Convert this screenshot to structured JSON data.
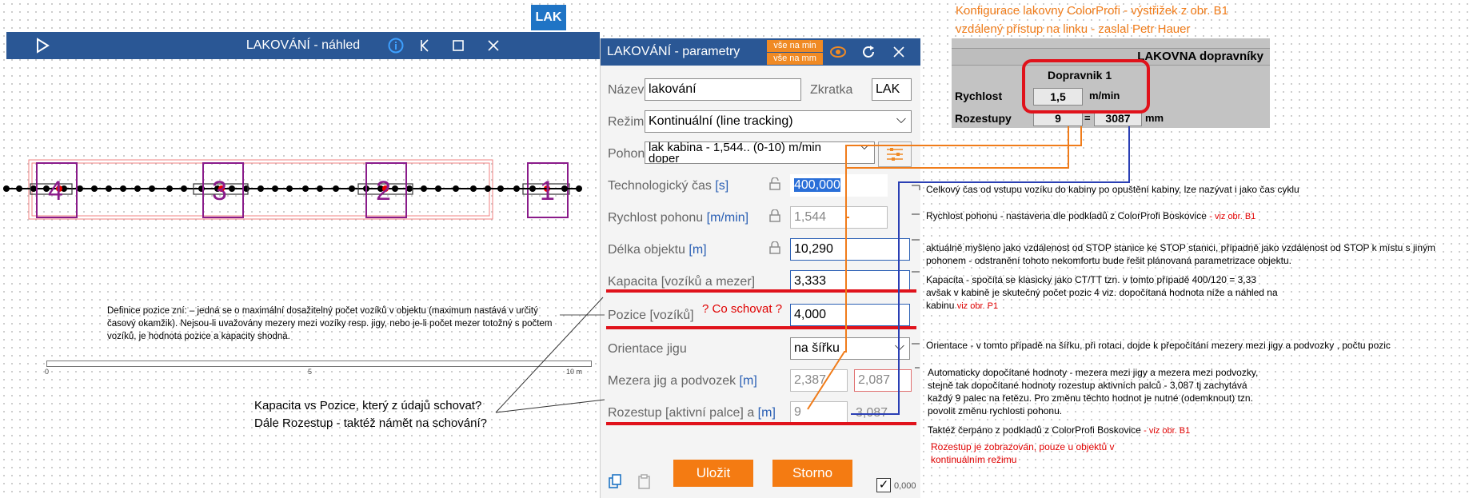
{
  "badge": "LAK",
  "preview": {
    "title": "LAKOVÁNÍ - náhled",
    "play_icon": "play-icon",
    "info_icon": "info-icon",
    "first_icon": "first-icon",
    "maximize_icon": "maximize-icon",
    "close_icon": "close-icon",
    "car_numbers": [
      "4",
      "3",
      "2",
      "1"
    ],
    "scale": {
      "start": "0",
      "mid": "5",
      "end": "10 m"
    }
  },
  "params": {
    "title": "LAKOVÁNÍ - parametry",
    "btn_min": "vše na min",
    "btn_mm": "vše na mm",
    "name_label": "Název",
    "name_value": "lakování",
    "abbr_label": "Zkratka",
    "abbr_value": "LAK",
    "mode_label": "Režim",
    "mode_value": "Kontinuální (line tracking)",
    "drive_label": "Pohon",
    "drive_value": "lak kabina - 1,544.. (0-10) m/min",
    "drive_value2": "doper",
    "tech_time_label": "Technologický čas",
    "tech_time_unit": "[s]",
    "tech_time_value": "400,000",
    "speed_label": "Rychlost pohonu",
    "speed_unit": "[m/min]",
    "speed_value": "1,544",
    "length_label": "Délka objektu",
    "length_unit": "[m]",
    "length_value": "10,290",
    "capacity_label": "Kapacita [vozíků a mezer]",
    "capacity_value": "3,333",
    "position_label": "Pozice [vozíků]",
    "position_value": "4,000",
    "orient_label": "Orientace jigu",
    "orient_value": "na šířku",
    "gap_label": "Mezera jig a podvozek",
    "gap_unit": "[m]",
    "gap_value1": "2,387",
    "gap_value2": "2,087",
    "spacing_label": "Rozestup [aktivní palce] a",
    "spacing_unit": "[m]",
    "spacing_value1": "9",
    "spacing_value2": "3,087",
    "save": "Uložit",
    "cancel": "Storno",
    "check_value": "0,000"
  },
  "annot": {
    "question": "? Co schovat ?",
    "def_pos": "Definice pozice zní: – jedná se o maximální dosažitelný počet vozíků v objektu (maximum nastává v určitý časový okamžik). Nejsou-li uvažovány mezery mezi vozíky resp. jigy, nebo je-li počet mezer totožný s počtem vozíků, je hodnota pozice a kapacity shodná.",
    "cap_vs_pos": "Kapacita vs Pozice, který z údajů schovat? Dále Rozestup - taktéž námět na schování?",
    "ext_title1": "Konfigurace lakovny ColorProfi - výstřižek z obr. B1",
    "ext_title2": "vzdálený přístup na linku - zaslal Petr Hauer",
    "n_total": "Celkový čas od vstupu vozíku do kabiny po opuštění kabiny, lze nazývat i jako čas cyklu",
    "n_speed": "Rychlost pohonu - nastavena dle podkladů z ColorProfi Boskovice",
    "n_speed_ref": "- viz obr. B1",
    "n_len": "aktuálně myšleno jako vzdálenost od STOP stanice ke STOP stanici, případně jako vzdálenost od STOP k místu s jiným pohonem - odstranění tohoto nekomfortu bude řešit plánovaná parametrizace objektu.",
    "n_cap": "Kapacita - spočítá se klasicky jako CT/TT tzn. v tomto případě 400/120 = 3,33 avšak v kabině je skutečný počet pozic 4 viz. dopočítaná hodnota níže a náhled na kabinu",
    "n_cap_ref": "viz obr. P1",
    "n_orient": "Orientace - v tomto případě na šířku, při rotaci, dojde k přepočítání mezery mezi jigy a podvozky , počtu pozic",
    "n_auto": "Automaticky dopočítané hodnoty - mezera mezi jigy a mezera mezi podvozky, stejně tak dopočítané hodnoty rozestup aktivních palců - 3,087 tj zachytává každý 9 palec na řetězu. Pro změnu těchto hodnot je nutné (odemknout) tzn. povolit změnu rychlosti pohonu.",
    "n_auto2": "Taktéž čerpáno z podkladů z ColorProfi Boskovice",
    "n_auto_ref": "- viz obr. B1",
    "n_rozestup": "Rozestup je zobrazován, pouze u objektů v kontinuálním režimu"
  },
  "extract": {
    "header": "LAKOVNA dopravníky",
    "conveyor": "Dopravnik 1",
    "speed_label": "Rychlost",
    "speed_value": "1,5",
    "speed_unit": "m/min",
    "spacing_label": "Rozestupy",
    "spacing_value": "9",
    "eq": "=",
    "spacing_mm": "3087",
    "mm": "mm"
  }
}
